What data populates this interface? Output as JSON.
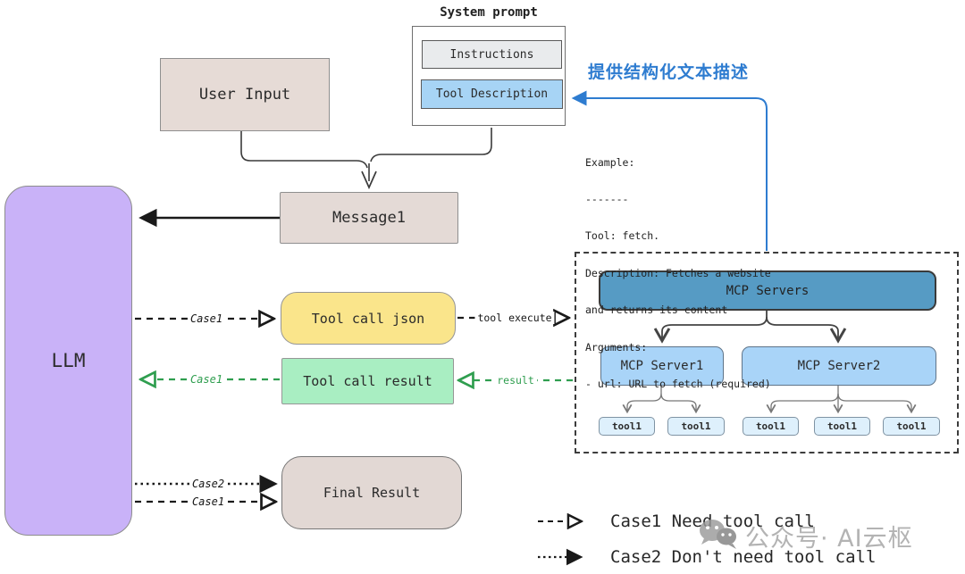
{
  "diagram": {
    "system_prompt": {
      "title": "System prompt",
      "instructions": "Instructions",
      "tool_description": "Tool Description"
    },
    "nodes": {
      "user_input": "User Input",
      "message1": "Message1",
      "llm": "LLM",
      "tool_call_json": "Tool call json",
      "tool_call_result": "Tool call result",
      "final_result": "Final Result"
    },
    "mcp": {
      "servers": "MCP Servers",
      "server1": "MCP Server1",
      "server2": "MCP Server2",
      "tools": [
        "tool1",
        "tool1",
        "tool1",
        "tool1",
        "tool1"
      ]
    },
    "note_cn": "提供结构化文本描述",
    "example": {
      "lines": [
        "Example:",
        "-------",
        "Tool: fetch.",
        "Description: Fetches a website",
        "and returns its content",
        "Arguments:",
        "- url: URL to fetch (required)"
      ]
    },
    "edge_labels": {
      "case1_to_json": "Case1",
      "tool_execute": "tool execute",
      "result": "result",
      "case1_to_llm": "Case1",
      "case2_final": "Case2",
      "case1_final": "Case1"
    },
    "legend": {
      "case1": "Case1 Need tool call",
      "case2": "Case2 Don't need tool call"
    },
    "watermark": "公众号· AI云枢",
    "colors": {
      "llm_fill": "#c9b2f8",
      "beige_fill": "#e4dad6",
      "yellow_fill": "#fae58b",
      "green_fill": "#a9eec2",
      "mcp_header_fill": "#569bc4",
      "mcp_server_fill": "#a9d4f8",
      "tool_fill": "#def0fc",
      "instructions_fill": "#e9ebed",
      "tool_desc_fill": "#a7d4f5",
      "blue_accent": "#2e7cd0",
      "green_accent": "#2f9e4f"
    }
  }
}
